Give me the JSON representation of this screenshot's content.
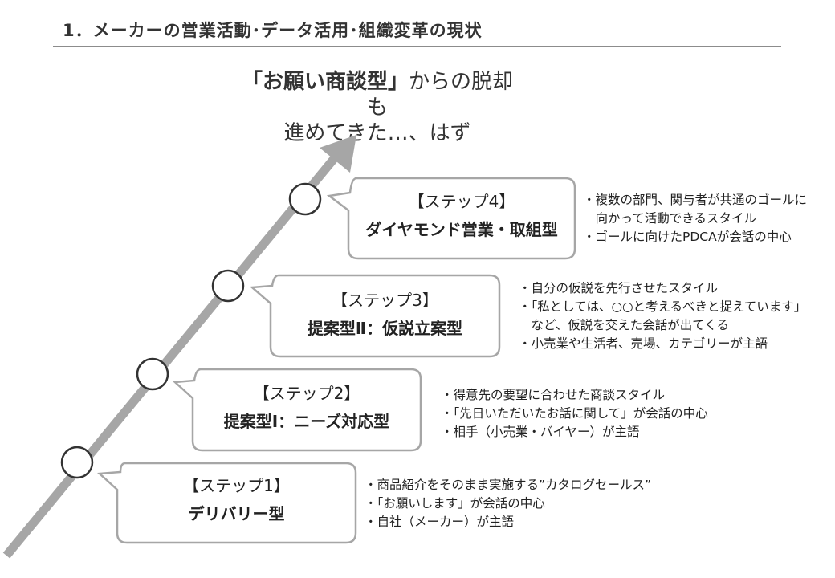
{
  "title": "1．メーカーの営業活動･データ活用･組織変革の現状",
  "headline": {
    "bold": "「お願い商談型」",
    "rest_line1": "からの脱却も",
    "line2": "進めてきた…、はず"
  },
  "steps": [
    {
      "label": "【ステップ1】",
      "name": "デリバリー型",
      "notes": [
        "・商品紹介をそのまま実施する”カタログセールス”",
        "・「お願いします」が会話の中心",
        "・自社（メーカー）が主語"
      ]
    },
    {
      "label": "【ステップ2】",
      "name": "提案型Ⅰ：ニーズ対応型",
      "notes": [
        "・得意先の要望に合わせた商談スタイル",
        "・「先日いただいたお話に関して」が会話の中心",
        "・相手（小売業・バイヤー）が主語"
      ]
    },
    {
      "label": "【ステップ3】",
      "name": "提案型Ⅱ：仮説立案型",
      "notes": [
        "・自分の仮説を先行させたスタイル",
        "・「私としては、○○と考えるべきと捉えています」",
        "　など、仮説を交えた会話が出てくる",
        "・小売業や生活者、売場、カテゴリーが主語"
      ]
    },
    {
      "label": "【ステップ4】",
      "name": "ダイヤモンド営業・取組型",
      "notes": [
        "・複数の部門、関与者が共通のゴールに",
        "　向かって活動できるスタイル",
        "・ゴールに向けたPDCAが会話の中心"
      ]
    }
  ]
}
